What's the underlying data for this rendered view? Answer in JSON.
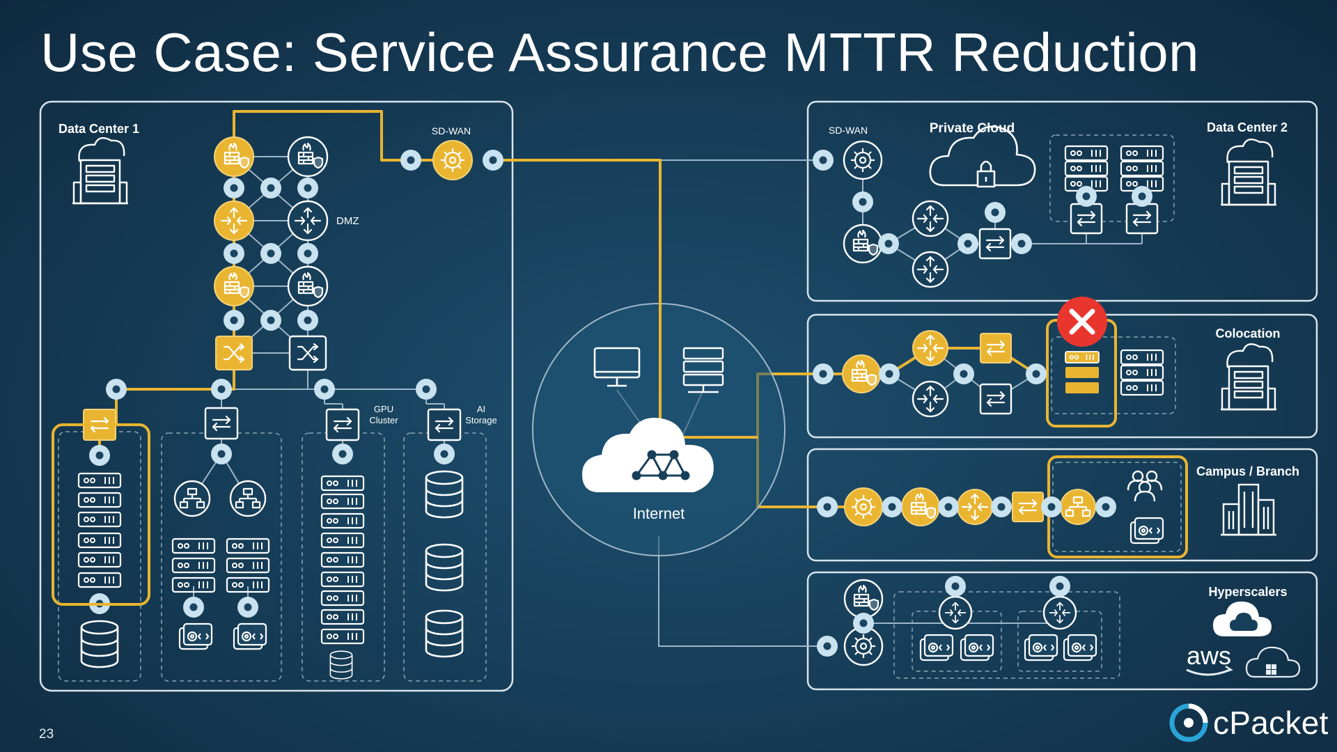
{
  "slide": {
    "title": "Use Case: Service Assurance MTTR Reduction",
    "page_number": "23",
    "brand": "cPacket"
  },
  "colors": {
    "background": "#173f5a",
    "highlight_path": "#e9b531",
    "normal_link": "#9fb7c8",
    "node_port": "#c9e2f0",
    "failure_marker": "#e8362f"
  },
  "data_center_1": {
    "label": "Data Center 1",
    "sdwan_label": "SD-WAN",
    "dmz_label": "DMZ",
    "gpu_label": [
      "GPU",
      "Cluster"
    ],
    "ai_label": [
      "AI",
      "Storage"
    ]
  },
  "internet": {
    "label": "Internet"
  },
  "private_cloud_panel": {
    "sdwan_label": "SD-WAN",
    "label": "Private Cloud",
    "dc2_label": "Data Center 2"
  },
  "colocation_panel": {
    "label": "Colocation",
    "failure_icon": "x-circle-icon"
  },
  "campus_panel": {
    "label": "Campus / Branch"
  },
  "hyperscalers_panel": {
    "label": "Hyperscalers",
    "providers": [
      "aws",
      "Microsoft Azure"
    ]
  }
}
